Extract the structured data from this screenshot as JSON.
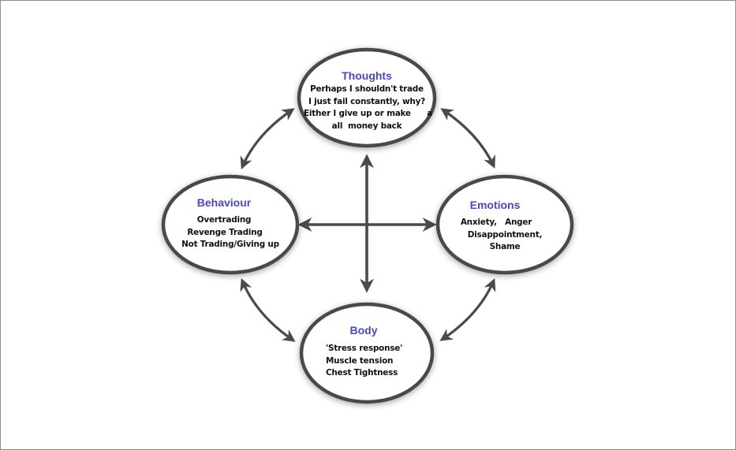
{
  "diagram": {
    "type": "cycle-diagram",
    "colors": {
      "title": "#4848cc",
      "text": "#111111",
      "stroke": "#4a4a4a",
      "frame": "#8e8e8e",
      "background": "#ffffff"
    },
    "nodes": {
      "thoughts": {
        "title": "Thoughts",
        "lines": [
          "Perhaps I shouldn't trade",
          "I just fail constantly, why?",
          "Either I give up or make      a",
          "all  money back"
        ]
      },
      "behaviour": {
        "title": "Behaviour",
        "lines": [
          "Overtrading",
          "Revenge Trading",
          "Not Trading/Giving up"
        ]
      },
      "emotions": {
        "title": "Emotions",
        "lines": [
          "Anxiety,   Anger",
          "Disappointment,",
          "Shame"
        ]
      },
      "body": {
        "title": "Body",
        "lines": [
          "'Stress response'",
          "Muscle tension",
          "Chest Tightness"
        ]
      }
    },
    "connections": [
      {
        "from": "thoughts",
        "to": "behaviour",
        "style": "curved-bidirectional"
      },
      {
        "from": "thoughts",
        "to": "emotions",
        "style": "curved-bidirectional"
      },
      {
        "from": "behaviour",
        "to": "body",
        "style": "curved-bidirectional"
      },
      {
        "from": "emotions",
        "to": "body",
        "style": "curved-bidirectional"
      },
      {
        "from": "thoughts",
        "to": "body",
        "style": "straight-bidirectional"
      },
      {
        "from": "behaviour",
        "to": "emotions",
        "style": "straight-bidirectional"
      }
    ]
  }
}
